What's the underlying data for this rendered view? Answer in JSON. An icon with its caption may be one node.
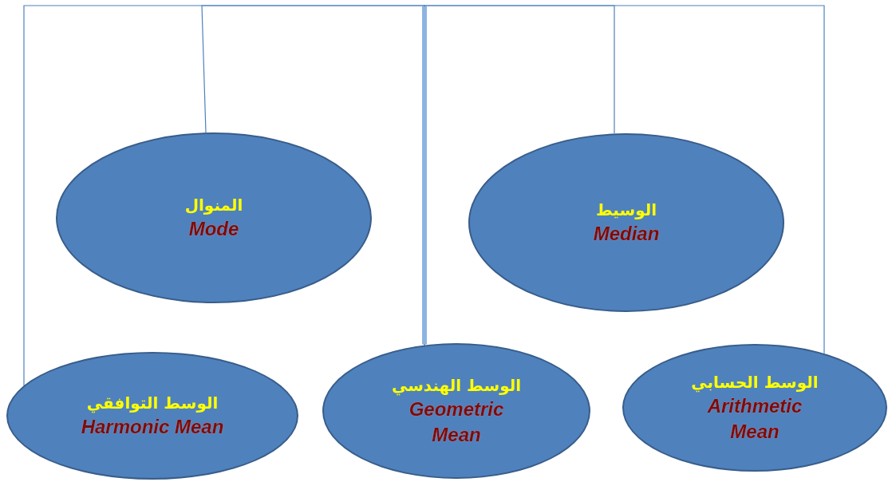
{
  "diagram": {
    "nodes": [
      {
        "text": [
          "المنوال",
          "Mode"
        ]
      },
      {
        "text": [
          "الوسيط",
          "Median"
        ]
      },
      {
        "text": [
          "الوسط التوافقي",
          "Harmonic Mean"
        ]
      },
      {
        "text": [
          "الوسط الهندسي",
          "Geometric Mean"
        ]
      },
      {
        "text": [
          "الوسط الحسابي",
          "Arithmetic Mean"
        ]
      }
    ],
    "edges": [
      {
        "from": 3,
        "to": 0,
        "arrow": "none"
      },
      {
        "from": 3,
        "to": 1,
        "arrow": "none"
      },
      {
        "from": 3,
        "to": 2,
        "arrow": "none"
      },
      {
        "from": 3,
        "to": 4,
        "arrow": "none"
      }
    ]
  }
}
